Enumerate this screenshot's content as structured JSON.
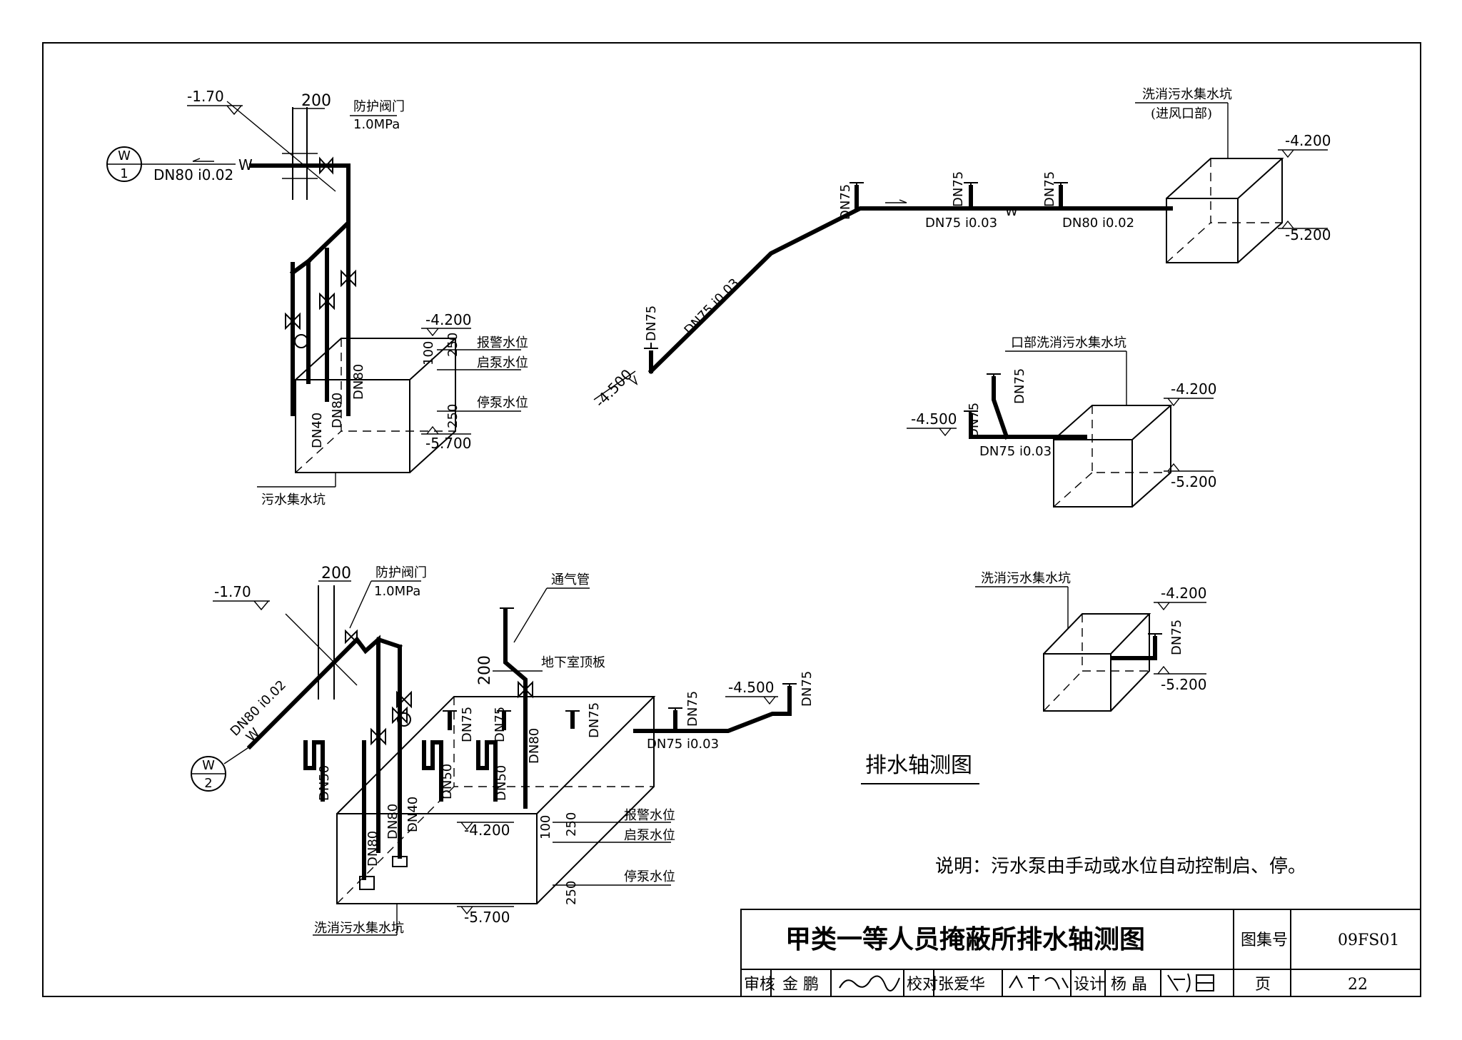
{
  "tb": {
    "title": "甲类一等人员掩蔽所排水轴测图",
    "atlas_label": "图集号",
    "atlas_no": "09FS01",
    "review": "审核",
    "review_name": "金 鹏",
    "check": "校对",
    "check_name": "张爱华",
    "design": "设计",
    "design_name": "杨 晶",
    "page_label": "页",
    "page_no": "22"
  },
  "diagram_title": "排水轴测图",
  "note": "说明：污水泵由手动或水位自动控制启、停。",
  "d1": {
    "marker": "W",
    "marker_no": "1",
    "pipe": "DN80  i0.02",
    "w": "W",
    "dim200": "200",
    "valve": "防护阀门",
    "pressure": "1.0MPa",
    "lvl_top": "-1.70",
    "lvl_a": "-4.200",
    "lvl_b": "-5.700",
    "alarm": "报警水位",
    "start": "启泵水位",
    "stop": "停泵水位",
    "d250a": "250",
    "d100": "100",
    "d250b": "250",
    "dn40": "DN40",
    "dn80a": "DN80",
    "dn80b": "DN80",
    "pit": "污水集水坑"
  },
  "d2": {
    "pit": "洗消污水集水坑",
    "pit_sub": "(进风口部)",
    "lvl_a": "-4.200",
    "lvl_b": "-5.200",
    "lvl_c": "-4.500",
    "dn75a": "DN75",
    "dn75b": "DN75",
    "dn75c": "DN75",
    "dn75d": "DN75",
    "pipe1": "DN75  i0.03",
    "pipe2": "DN80  i0.02",
    "pipe3": "DN75  i0.03",
    "w": "W"
  },
  "d3": {
    "pit": "口部洗消污水集水坑",
    "lvl_a": "-4.200",
    "lvl_b": "-5.200",
    "lvl_c": "-4.500",
    "dn75a": "DN75",
    "dn75b": "DN75",
    "pipe": "DN75  i0.03"
  },
  "d4": {
    "pit": "洗消污水集水坑",
    "lvl_a": "-4.200",
    "lvl_b": "-5.200",
    "dn75": "DN75"
  },
  "d5": {
    "marker": "W",
    "marker_no": "2",
    "pipe": "DN80  i0.02",
    "w": "W",
    "dim200a": "200",
    "valve": "防护阀门",
    "pressure": "1.0MPa",
    "lvl_top": "-1.70",
    "vent": "通气管",
    "roof": "地下室顶板",
    "dim200b": "200",
    "lvl_c": "-4.500",
    "pipe2": "DN75  i0.03",
    "dn75a": "DN75",
    "dn75b": "DN75",
    "dn75c": "DN75",
    "dn75d": "DN75",
    "dn75e": "DN75",
    "dn80a": "DN80",
    "dn80b": "DN80",
    "dn80c": "DN80",
    "dn40": "DN40",
    "dn50a": "DN50",
    "dn50b": "DN50",
    "dn50c": "DN50",
    "lvl_a": "-4.200",
    "lvl_b": "-5.700",
    "d100": "100",
    "d250a": "250",
    "d250b": "250",
    "alarm": "报警水位",
    "start": "启泵水位",
    "stop": "停泵水位",
    "pit": "洗消污水集水坑"
  }
}
